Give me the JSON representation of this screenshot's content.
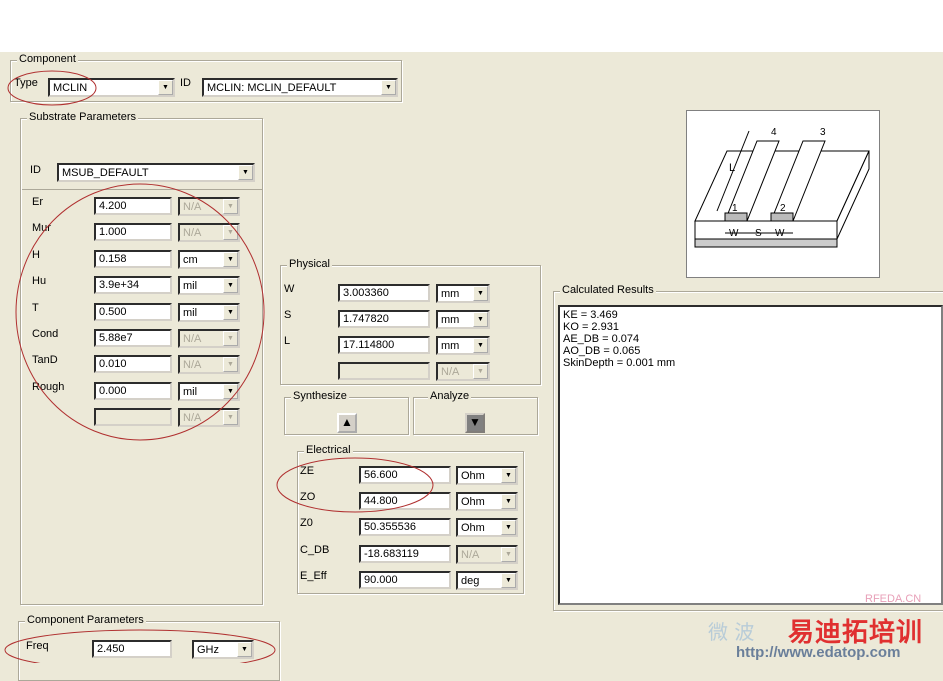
{
  "component": {
    "legend": "Component",
    "type_label": "Type",
    "type_value": "MCLIN",
    "id_label": "ID",
    "id_value": "MCLIN: MCLIN_DEFAULT"
  },
  "substrate": {
    "legend": "Substrate Parameters",
    "id_label": "ID",
    "id_value": "MSUB_DEFAULT",
    "rows": [
      {
        "label": "Er",
        "value": "4.200",
        "unit": "N/A",
        "unit_disabled": true
      },
      {
        "label": "Mur",
        "value": "1.000",
        "unit": "N/A",
        "unit_disabled": true
      },
      {
        "label": "H",
        "value": "0.158",
        "unit": "cm",
        "unit_disabled": false
      },
      {
        "label": "Hu",
        "value": "3.9e+34",
        "unit": "mil",
        "unit_disabled": false
      },
      {
        "label": "T",
        "value": "0.500",
        "unit": "mil",
        "unit_disabled": false
      },
      {
        "label": "Cond",
        "value": "5.88e7",
        "unit": "N/A",
        "unit_disabled": true
      },
      {
        "label": "TanD",
        "value": "0.010",
        "unit": "N/A",
        "unit_disabled": true
      },
      {
        "label": "Rough",
        "value": "0.000",
        "unit": "mil",
        "unit_disabled": false
      },
      {
        "label": "",
        "value": "",
        "unit": "N/A",
        "unit_disabled": true,
        "value_disabled": true
      }
    ]
  },
  "physical": {
    "legend": "Physical",
    "rows": [
      {
        "label": "W",
        "value": "3.003360",
        "unit": "mm",
        "unit_disabled": false
      },
      {
        "label": "S",
        "value": "1.747820",
        "unit": "mm",
        "unit_disabled": false
      },
      {
        "label": "L",
        "value": "17.114800",
        "unit": "mm",
        "unit_disabled": false
      },
      {
        "label": "",
        "value": "",
        "unit": "N/A",
        "unit_disabled": true,
        "value_disabled": true
      }
    ]
  },
  "synthesize": {
    "legend": "Synthesize"
  },
  "analyze": {
    "legend": "Analyze"
  },
  "electrical": {
    "legend": "Electrical",
    "rows": [
      {
        "label": "ZE",
        "value": "56.600",
        "unit": "Ohm",
        "unit_disabled": false
      },
      {
        "label": "ZO",
        "value": "44.800",
        "unit": "Ohm",
        "unit_disabled": false
      },
      {
        "label": "Z0",
        "value": "50.355536",
        "unit": "Ohm",
        "unit_disabled": false
      },
      {
        "label": "C_DB",
        "value": "-18.683119",
        "unit": "N/A",
        "unit_disabled": true
      },
      {
        "label": "E_Eff",
        "value": "90.000",
        "unit": "deg",
        "unit_disabled": false
      }
    ]
  },
  "results": {
    "legend": "Calculated Results",
    "lines": [
      "KE = 3.469",
      "KO = 2.931",
      "AE_DB = 0.074",
      "AO_DB = 0.065",
      "SkinDepth = 0.001 mm"
    ]
  },
  "diagram": {
    "labels": [
      "L",
      "4",
      "3",
      "1",
      "2",
      "W",
      "S",
      "W"
    ]
  },
  "component_params": {
    "legend": "Component Parameters",
    "freq_label": "Freq",
    "freq_value": "2.450",
    "freq_unit": "GHz"
  },
  "watermark": {
    "lines": [
      "RFEDA.CN",
      "易迪拓培训",
      "http://www.edatop.com",
      "微 波"
    ]
  }
}
